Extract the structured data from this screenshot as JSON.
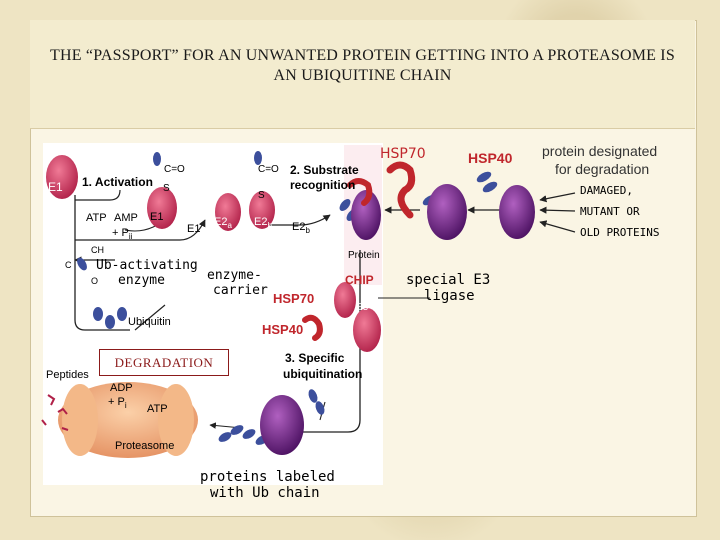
{
  "slide": {
    "title": "THE “PASSPORT” FOR AN UNWANTED PROTEIN GETTING INTO A PROTEASOME IS AN UBIQUITINE CHAIN"
  },
  "diagram": {
    "e1_label": "E1",
    "step1": "1. Activation",
    "step2": "2. Substrate",
    "step2b": "recognition",
    "step3": "3. Specific",
    "step3b": "ubiquitination",
    "atp": "ATP",
    "amp": "AMP",
    "ppi": "+ P",
    "ppi_sub": "ii",
    "e1_b": "E1",
    "e1_c": "E1",
    "e2a": "E2",
    "e2a_sub": "a",
    "e2b": "E2",
    "e2b_sub": "b",
    "e2b2": "E2",
    "e2b2_sub": "b",
    "c_o_1": "C=O",
    "s_1": "S",
    "c_o_2": "C=O",
    "s_2": "S",
    "c_o_3": "C",
    "ch": "CH",
    "o": "O",
    "ub_activating": "Ub-activating",
    "enzyme": "enzyme",
    "enzyme_carrier_1": "enzyme-",
    "enzyme_carrier_2": "carrier",
    "protein": "Protein",
    "hsp70_a": "HSP70",
    "hsp40_a": "HSP40",
    "hsp70_b": "HSP70",
    "hsp40_b": "HSP40",
    "chip": "CHIP",
    "e3": "E3",
    "special_e3_1": "special E3",
    "special_e3_2": "ligase",
    "ubiquitin": "Ubiquitin",
    "degradation": "DEGRADATION",
    "peptides": "Peptides",
    "adp": "ADP",
    "pi": "+ P",
    "pi_sub": "i",
    "atp2": "ATP",
    "proteasome": "Proteasome",
    "labeled_1": "proteins labeled",
    "labeled_2": "with Ub chain",
    "designated_1": "protein designated",
    "designated_2": "for degradation",
    "damaged": "DAMAGED,",
    "mutant": "MUTANT OR",
    "old": "OLD PROTEINS"
  },
  "colors": {
    "hsp_red": "#c0262c",
    "enzyme_pink": "#d9486b",
    "protein_purple": "#7a2a8a",
    "ubiquitin_blue": "#3c4f9c",
    "proteasome_orange": "#f0a070",
    "degradation_red": "#8b1a1a"
  }
}
